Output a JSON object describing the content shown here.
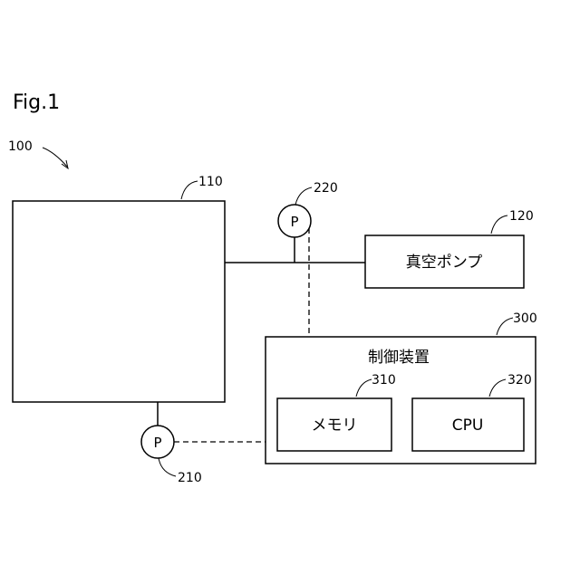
{
  "figure": {
    "label": "Fig.1"
  },
  "system": {
    "ref": "100"
  },
  "chamber": {
    "ref": "110"
  },
  "vacuum_pump": {
    "ref": "120",
    "label": "真空ポンプ"
  },
  "gauge_top": {
    "ref": "220",
    "symbol": "P"
  },
  "gauge_bottom": {
    "ref": "210",
    "symbol": "P"
  },
  "controller": {
    "ref": "300",
    "label": "制御装置",
    "memory": {
      "ref": "310",
      "label": "メモリ"
    },
    "cpu": {
      "ref": "320",
      "label": "CPU"
    }
  }
}
